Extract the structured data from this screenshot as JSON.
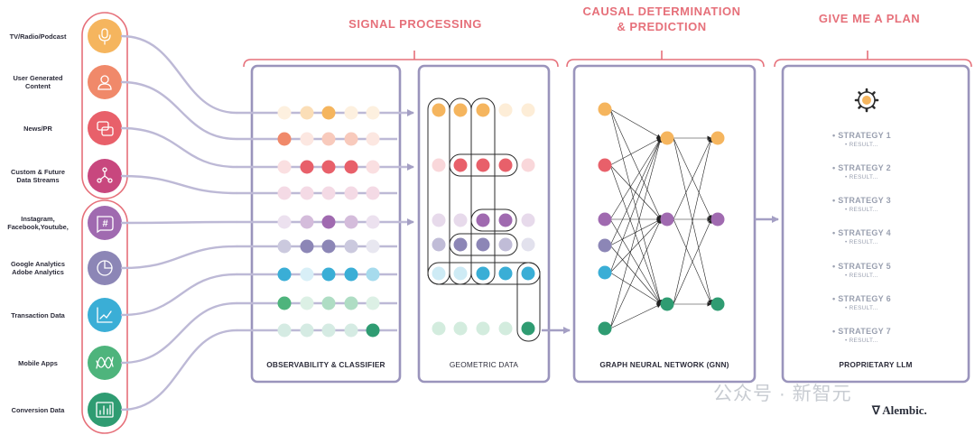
{
  "inputs": [
    {
      "label": "TV/Radio/Podcast",
      "color": "#f5b55e",
      "icon": "microphone-icon"
    },
    {
      "label": "User Generated\nContent",
      "color": "#f0896a",
      "icon": "user-icon"
    },
    {
      "label": "News/PR",
      "color": "#e8606a",
      "icon": "chat-bubbles-icon"
    },
    {
      "label": "Custom & Future\nData Streams",
      "color": "#c8477e",
      "icon": "network-nodes-icon"
    },
    {
      "label": "Instagram,\nFacebook,Youtube,",
      "color": "#a06ab0",
      "icon": "hashtag-icon"
    },
    {
      "label": "Google Analytics\nAdobe Analytics",
      "color": "#8c86b6",
      "icon": "pie-chart-icon"
    },
    {
      "label": "Transaction Data",
      "color": "#3aaed6",
      "icon": "trend-chart-icon"
    },
    {
      "label": "Mobile Apps",
      "color": "#4eb47c",
      "icon": "wave-icon"
    },
    {
      "label": "Conversion Data",
      "color": "#2f9c72",
      "icon": "bar-chart-icon"
    }
  ],
  "sections": {
    "signal": "SIGNAL PROCESSING",
    "causal": "CAUSAL DETERMINATION\n& PREDICTION",
    "plan": "GIVE ME A PLAN"
  },
  "panels": {
    "classifier": "OBSERVABILITY & CLASSIFIER",
    "geometric": "GEOMETRIC DATA",
    "gnn": "GRAPH NEURAL NETWORK (GNN)",
    "llm": "PROPRIETARY LLM"
  },
  "strategies": [
    {
      "name": "• STRATEGY 1",
      "result": "• RESULT..."
    },
    {
      "name": "• STRATEGY 2",
      "result": "• RESULT..."
    },
    {
      "name": "• STRATEGY 3",
      "result": "• RESULT..."
    },
    {
      "name": "• STRATEGY 4",
      "result": "• RESULT..."
    },
    {
      "name": "• STRATEGY 5",
      "result": "• RESULT..."
    },
    {
      "name": "• STRATEGY 6",
      "result": "• RESULT..."
    },
    {
      "name": "• STRATEGY 7",
      "result": "• RESULT..."
    }
  ],
  "watermark": "公众号 · 新智元",
  "logo": "Alembic.",
  "colors": {
    "accent": "#e6707a",
    "panel_border": "#9a94bc",
    "arrow": "#a49fc4",
    "curve": "#bdb9d6"
  }
}
